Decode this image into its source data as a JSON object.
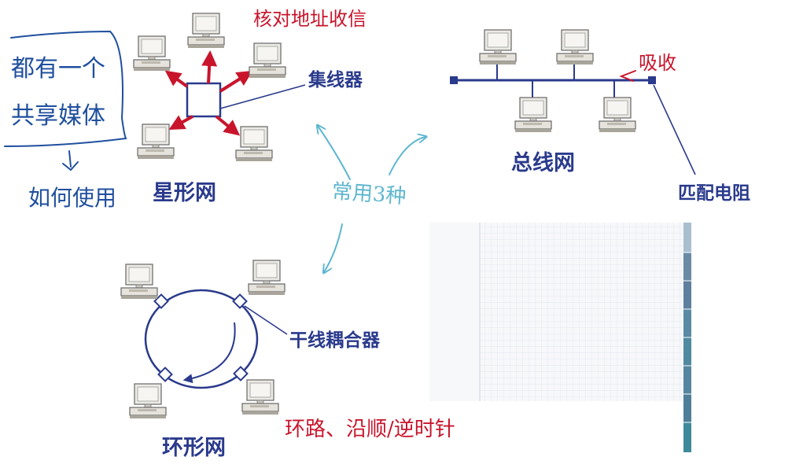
{
  "diagrams": {
    "star": {
      "label": "星形网",
      "hub_label": "集线器"
    },
    "bus": {
      "label": "总线网",
      "terminator_label": "匹配电阻"
    },
    "ring": {
      "label": "环形网",
      "coupler_label": "干线耦合器"
    }
  },
  "annotations": {
    "top_left": "都有一个共享媒体",
    "below_arrow": "如何使用",
    "star_top": "核对地址收信",
    "bus_end": "吸收",
    "middle": "常用3种",
    "ring_bottom": "环路、沿顺/逆时针"
  },
  "colors": {
    "topology": "#2a3a8c",
    "arrow_red": "#c8152c",
    "ink_blue": "#1f4f9e",
    "ink_cyan": "#5fb7cf",
    "grid": "#dde2ea",
    "sidebar": "#5e8ba8"
  }
}
